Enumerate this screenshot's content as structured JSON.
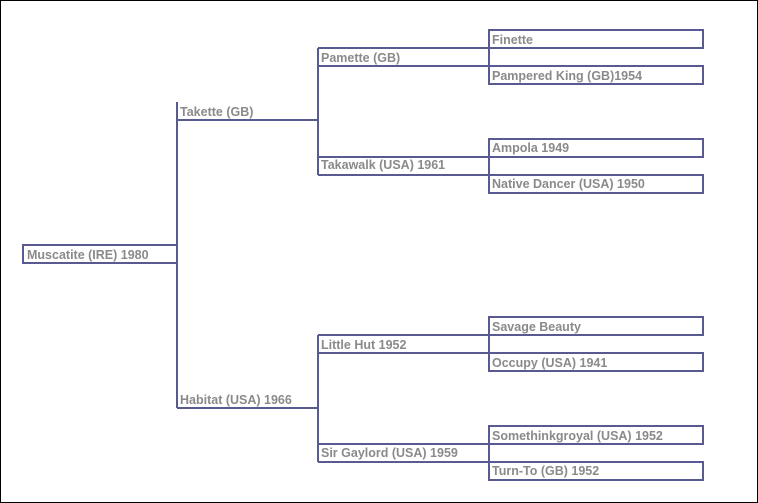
{
  "pedigree": {
    "subject": "Muscatite (IRE) 1980",
    "sire": "Takette (GB)",
    "dam": "Habitat (USA) 1966",
    "sire_sire": "Pamette (GB)",
    "sire_dam": "Takawalk (USA) 1961",
    "dam_sire": "Little Hut 1952",
    "dam_dam": "Sir Gaylord (USA) 1959",
    "g3": [
      "Finette",
      "Pampered King (GB)1954",
      "Ampola 1949",
      "Native Dancer (USA) 1950",
      "Savage Beauty",
      "Occupy (USA) 1941",
      "Somethinkgroyal (USA) 1952",
      "Turn-To (GB) 1952"
    ]
  },
  "colors": {
    "line": "#5a5a92",
    "text": "#8a8a8a",
    "background": "#ffffff"
  }
}
